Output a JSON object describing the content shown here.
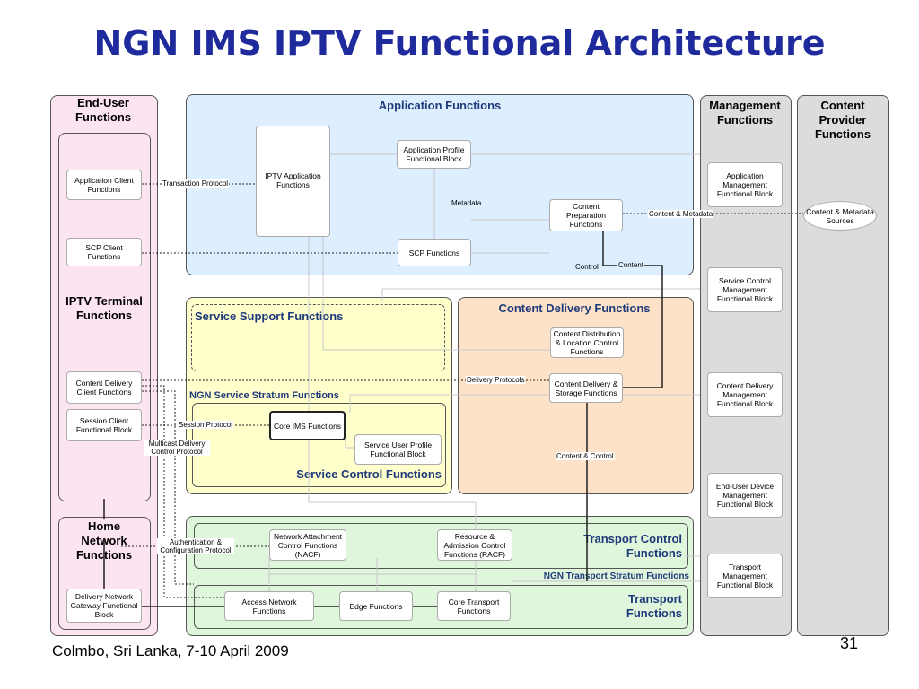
{
  "title": "NGN IMS IPTV Functional Architecture",
  "footer": "Colmbo, Sri Lanka, 7-10 April 2009",
  "page_number": "31",
  "panels": {
    "end_user": "End-User Functions",
    "application": "Application Functions",
    "management": "Management Functions",
    "content_provider": "Content Provider Functions",
    "iptv_terminal": "IPTV Terminal Functions",
    "home_network": "Home Network Functions",
    "service_support": "Service Support Functions",
    "content_delivery": "Content Delivery Functions",
    "ngn_service_stratum": "NGN Service Stratum Functions",
    "service_control": "Service Control Functions",
    "transport_control": "Transport Control Functions",
    "ngn_transport_stratum": "NGN Transport Stratum Functions",
    "transport": "Transport Functions"
  },
  "boxes": {
    "app_client": "Application Client Functions",
    "scp_client": "SCP Client Functions",
    "content_delivery_client": "Content Delivery Client Functions",
    "session_client": "Session Client Functional Block",
    "delivery_gateway": "Delivery Network Gateway Functional Block",
    "iptv_app": "IPTV Application Functions",
    "app_profile": "Application Profile Functional Block",
    "content_prep": "Content Preparation Functions",
    "scp_functions": "SCP Functions",
    "app_mgmt": "Application Management Functional Block",
    "service_control_mgmt": "Service Control Management Functional Block",
    "content_delivery_mgmt": "Content Delivery Management Functional Block",
    "end_user_device_mgmt": "End-User Device Management Functional Block",
    "transport_mgmt": "Transport Management Functional Block",
    "content_sources": "Content & Metadata Sources",
    "content_dist": "Content Distribution & Location Control Functions",
    "content_storage": "Content Delivery & Storage Functions",
    "core_ims": "Core IMS Functions",
    "service_user_profile": "Service User Profile Functional Block",
    "nacf": "Network Attachment Control Functions (NACF)",
    "racf": "Resource & Admission Control Functions (RACF)",
    "access_network": "Access Network Functions",
    "edge": "Edge Functions",
    "core_transport": "Core Transport Functions"
  },
  "labels": {
    "transaction_protocol": "Transaction Protocol",
    "metadata": "Metadata",
    "content_metadata": "Content & Metadata",
    "control": "Control",
    "content": "Content",
    "delivery_protocols": "Delivery Protocols",
    "session_protocol": "Session Protocol",
    "multicast": "Multicast Delivery Control Protocol",
    "content_control": "Content & Control",
    "auth_config": "Authentication & Configuration Protocol"
  }
}
